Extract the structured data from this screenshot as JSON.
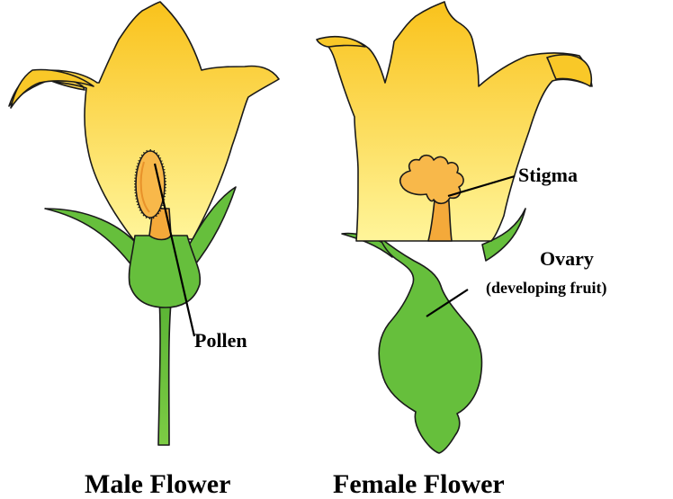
{
  "labels": {
    "pollen": "Pollen",
    "stigma": "Stigma",
    "ovary": "Ovary",
    "ovary_note": "(developing fruit)",
    "male_caption": "Male Flower",
    "female_caption": "Female Flower"
  },
  "colors": {
    "petal_top": "#f9c21b",
    "petal_bottom": "#fff59a",
    "green": "#66bf3c",
    "green_dark": "#5aa832",
    "orange": "#f4a93a",
    "orange_light": "#f8b84a",
    "outline": "#1a1a1a"
  }
}
